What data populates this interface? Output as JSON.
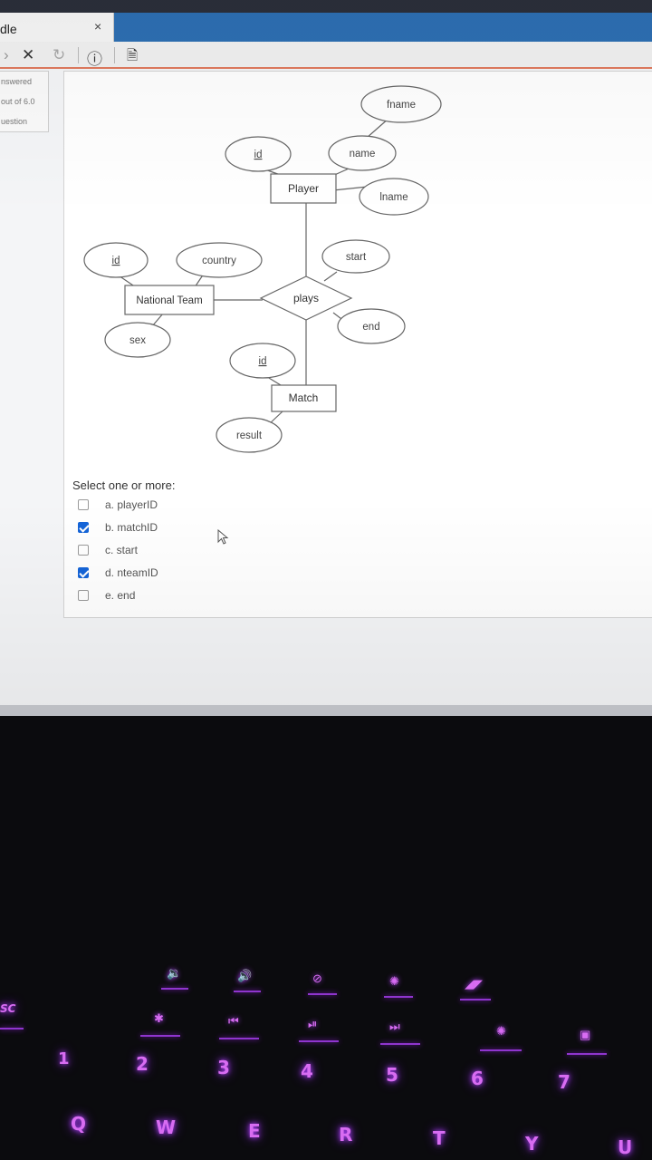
{
  "browser": {
    "tab_title": "dle",
    "tab_close": "×"
  },
  "toolbar": {
    "back": "›",
    "stop": "✕",
    "reload": "↻",
    "info": "ⓘ",
    "page": "🗎"
  },
  "quiz_info": {
    "status": "nswered",
    "marks": "out of 6.0",
    "flag": "uestion"
  },
  "diagram": {
    "entities": [
      "Player",
      "National Team",
      "Match"
    ],
    "relationship": "plays",
    "attributes": {
      "player_id": "id",
      "player_name": "name",
      "fname": "fname",
      "lname": "lname",
      "team_id": "id",
      "country": "country",
      "sex": "sex",
      "start": "start",
      "end": "end",
      "match_id": "id",
      "result": "result"
    }
  },
  "question": {
    "prompt": "Select one or more:",
    "options": [
      {
        "label": "a. playerID",
        "checked": false
      },
      {
        "label": "b. matchID",
        "checked": true
      },
      {
        "label": "c. start",
        "checked": false
      },
      {
        "label": "d. nteamID",
        "checked": true
      },
      {
        "label": "e. end",
        "checked": false
      }
    ]
  },
  "keyboard": {
    "number_row": [
      "1",
      "2",
      "3",
      "4",
      "5",
      "6",
      "7"
    ],
    "letter_row": [
      "Q",
      "W",
      "E",
      "R",
      "T",
      "Y",
      "U"
    ],
    "esc": "SC"
  },
  "colors": {
    "accent": "#1565d8",
    "keyboard_glow": "#d86cf2",
    "tabstrip": "#2d6fb3"
  }
}
